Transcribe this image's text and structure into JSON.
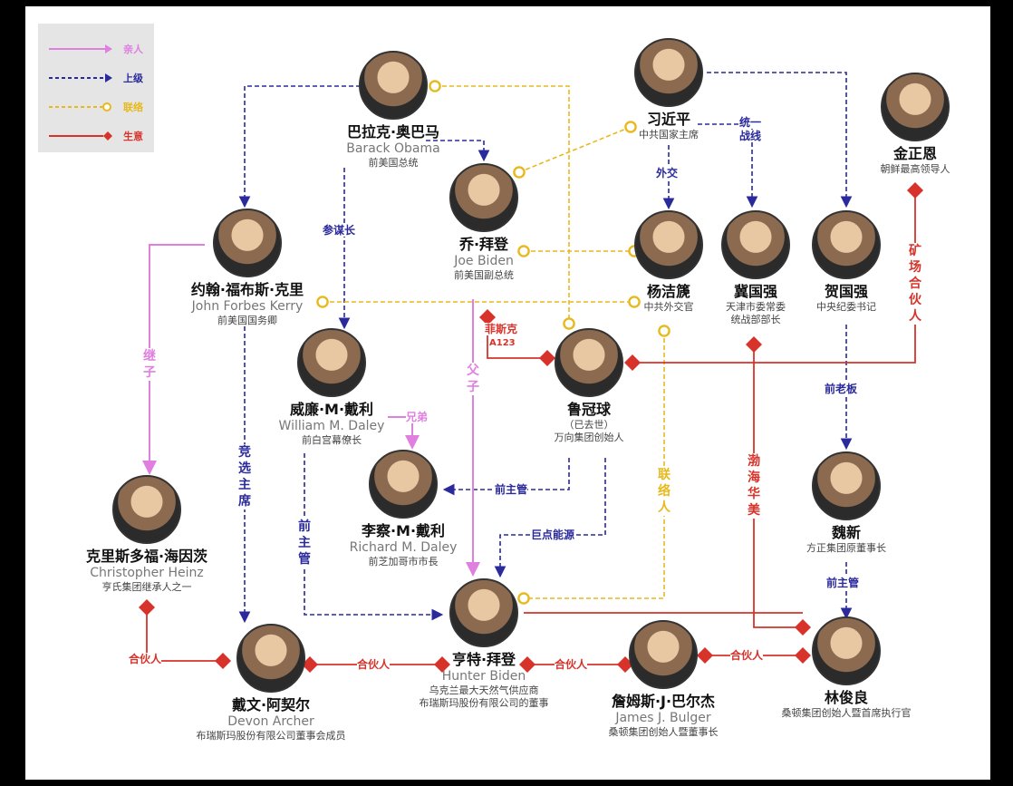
{
  "legend": [
    {
      "label": "亲人",
      "color": "#e07fe0"
    },
    {
      "label": "上级",
      "color": "#2a2a9c"
    },
    {
      "label": "联络",
      "color": "#e8b91c"
    },
    {
      "label": "生意",
      "color": "#d8332a"
    }
  ],
  "people": {
    "obama": {
      "cn": "巴拉克·奥巴马",
      "en": "Barack Obama",
      "sub": "前美国总统"
    },
    "xi": {
      "cn": "习近平",
      "en": "",
      "sub": "中共国家主席"
    },
    "kim": {
      "cn": "金正恩",
      "en": "",
      "sub": "朝鲜最高领导人"
    },
    "kerry": {
      "cn": "约翰·福布斯·克里",
      "en": "John Forbes Kerry",
      "sub": "前美国国务卿"
    },
    "biden": {
      "cn": "乔·拜登",
      "en": "Joe Biden",
      "sub": "前美国副总统"
    },
    "yang": {
      "cn": "杨洁篪",
      "en": "",
      "sub": "中共外交官"
    },
    "ji": {
      "cn": "冀国强",
      "en": "",
      "sub": "天津市委常委",
      "sub2": "统战部部长"
    },
    "he": {
      "cn": "贺国强",
      "en": "",
      "sub": "中央纪委书记"
    },
    "wdaley": {
      "cn": "威廉·M·戴利",
      "en": "William M. Daley",
      "sub": "前白宫幕僚长"
    },
    "lu": {
      "cn": "鲁冠球",
      "en": "",
      "sub": "（已去世）",
      "sub2": "万向集团创始人"
    },
    "rdaley": {
      "cn": "李察·M·戴利",
      "en": "Richard M. Daley",
      "sub": "前芝加哥市市長"
    },
    "heinz": {
      "cn": "克里斯多福·海因茨",
      "en": "Christopher Heinz",
      "sub": "亨氏集团继承人之一"
    },
    "weixin": {
      "cn": "魏新",
      "en": "",
      "sub": "方正集团原董事长"
    },
    "hunter": {
      "cn": "亨特·拜登",
      "en": "Hunter Biden",
      "sub": "乌克兰最大天然气供应商",
      "sub2": "布瑞斯玛股份有限公司的董事"
    },
    "archer": {
      "cn": "戴文·阿契尔",
      "en": "Devon Archer",
      "sub": "布瑞斯玛股份有限公司董事会成员"
    },
    "bulger": {
      "cn": "詹姆斯·J·巴尔杰",
      "en": "James J. Bulger",
      "sub": "桑顿集团创始人暨董事长"
    },
    "lin": {
      "cn": "林俊良",
      "en": "",
      "sub": "桑顿集团创始人暨首席执行官"
    }
  },
  "labels": {
    "tongyi": "统一",
    "zhanxian": "战线",
    "waijiao": "外交",
    "canmou": "参谋长",
    "fisker": "菲斯克",
    "a123": "A123",
    "xiongdi": "兄弟",
    "qianzhuguan1": "前主管",
    "judian": "巨点能源",
    "qianlaoban": "前老板",
    "qianzhuguan_wei": "前主管",
    "hehuoren": "合伙人",
    "fuzi": "父子",
    "jizi": "继子",
    "jingxuan": "竞选主席",
    "qianzhuguan_v": "前主管",
    "lianluoren": "联络人",
    "bohai": "渤海华美",
    "kuangchang": "矿场合伙人"
  }
}
